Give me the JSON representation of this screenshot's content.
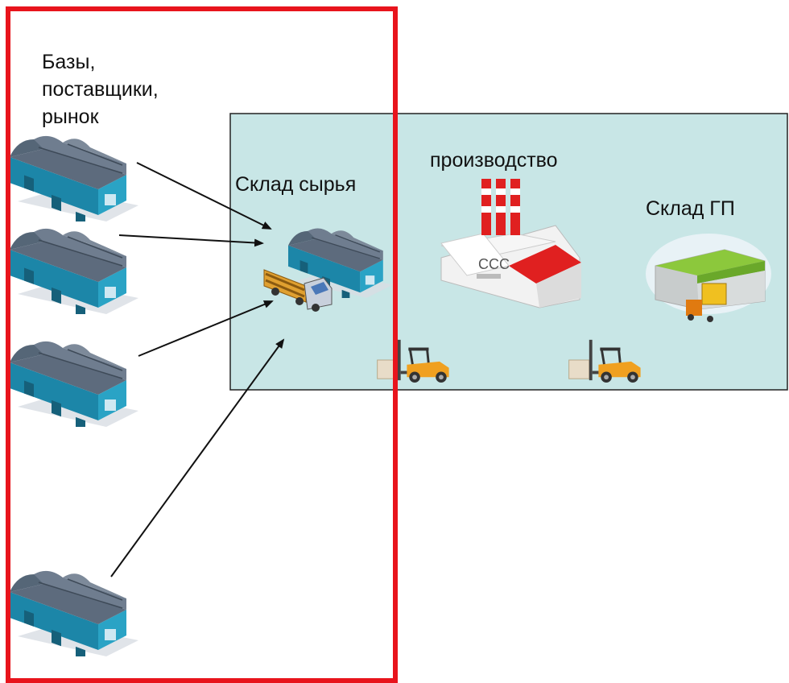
{
  "labels": {
    "sources_line1": "Базы,",
    "sources_line2": "поставщики,",
    "sources_line3": "рынок",
    "raw_warehouse": "Склад сырья",
    "production": "производство",
    "finished_goods": "Склад ГП"
  },
  "colors": {
    "source_frame": "#e8141c",
    "enterprise_fill": "#c8e6e6",
    "enterprise_border": "#222222",
    "arrow": "#111111",
    "warehouse_roof": "#4a5a6e",
    "warehouse_wall": "#1f8fb0",
    "factory_roof": "#e02020",
    "forklift": "#f0a020"
  },
  "icons": {
    "source_warehouse": "warehouse-icon",
    "raw_warehouse": "warehouse-icon",
    "truck": "truck-icon",
    "factory": "factory-icon",
    "finished_goods": "finished-goods-warehouse-icon",
    "forklift": "forklift-icon"
  }
}
